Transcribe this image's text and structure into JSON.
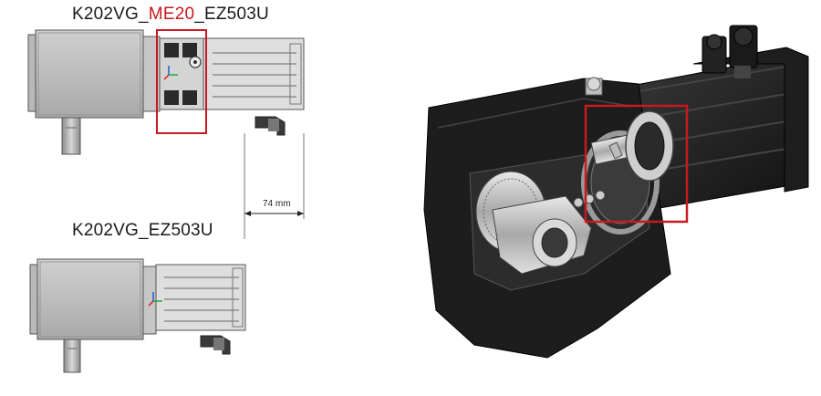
{
  "top_label": {
    "prefix": "K202VG_",
    "highlight": "ME20",
    "suffix": "_EZ503U"
  },
  "bottom_label": "K202VG_EZ503U",
  "dimension": "74 mm",
  "colors": {
    "highlight": "#c8191f",
    "motor_dark": "#1c1c1c"
  }
}
